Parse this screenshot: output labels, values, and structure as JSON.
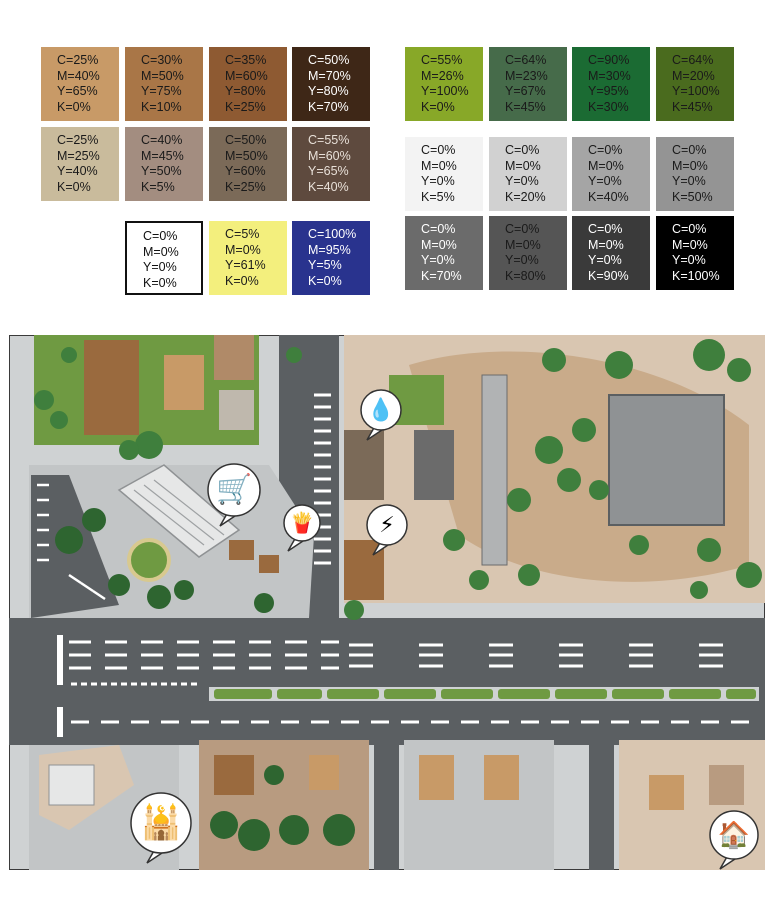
{
  "swatches_left": [
    {
      "lines": [
        "C=25%",
        "M=40%",
        "Y=65%",
        "K=0%"
      ],
      "bg": "#c89a67",
      "fg": "#1a1a1a"
    },
    {
      "lines": [
        "C=30%",
        "M=50%",
        "Y=75%",
        "K=10%"
      ],
      "bg": "#a97647",
      "fg": "#1a1a1a"
    },
    {
      "lines": [
        "C=35%",
        "M=60%",
        "Y=80%",
        "K=25%"
      ],
      "bg": "#8e5a32",
      "fg": "#1a1a1a"
    },
    {
      "lines": [
        "C=50%",
        "M=70%",
        "Y=80%",
        "K=70%"
      ],
      "bg": "#3e2717",
      "fg": "#ffffff"
    },
    {
      "lines": [
        "C=25%",
        "M=25%",
        "Y=40%",
        "K=0%"
      ],
      "bg": "#c9bb9c",
      "fg": "#1a1a1a"
    },
    {
      "lines": [
        "C=40%",
        "M=45%",
        "Y=50%",
        "K=5%"
      ],
      "bg": "#a38d80",
      "fg": "#1a1a1a"
    },
    {
      "lines": [
        "C=50%",
        "M=50%",
        "Y=60%",
        "K=25%"
      ],
      "bg": "#7b6a58",
      "fg": "#1a1a1a"
    },
    {
      "lines": [
        "C=55%",
        "M=60%",
        "Y=65%",
        "K=40%"
      ],
      "bg": "#5e4a3e",
      "fg": "#e8e0d8"
    },
    {
      "lines": [
        "C=0%",
        "M=0%",
        "Y=0%",
        "K=0%"
      ],
      "bg": "#ffffff",
      "fg": "#111111",
      "border": "#111111"
    },
    {
      "lines": [
        "C=5%",
        "M=0%",
        "Y=61%",
        "K=0%"
      ],
      "bg": "#f3ef7d",
      "fg": "#1a1a1a"
    },
    {
      "lines": [
        "C=100%",
        "M=95%",
        "Y=5%",
        "K=0%"
      ],
      "bg": "#29338e",
      "fg": "#ffffff"
    }
  ],
  "swatches_right": [
    {
      "lines": [
        "C=55%",
        "M=26%",
        "Y=100%",
        "K=0%"
      ],
      "bg": "#88a828",
      "fg": "#1a1a1a"
    },
    {
      "lines": [
        "C=64%",
        "M=23%",
        "Y=67%",
        "K=45%"
      ],
      "bg": "#466b4a",
      "fg": "#1a1a1a"
    },
    {
      "lines": [
        "C=90%",
        "M=30%",
        "Y=95%",
        "K=30%"
      ],
      "bg": "#1b6b33",
      "fg": "#1a1a1a"
    },
    {
      "lines": [
        "C=64%",
        "M=20%",
        "Y=100%",
        "K=45%"
      ],
      "bg": "#4a6b1e",
      "fg": "#1a1a1a"
    },
    {
      "lines": [
        "C=0%",
        "M=0%",
        "Y=0%",
        "K=5%"
      ],
      "bg": "#f3f3f3",
      "fg": "#1a1a1a"
    },
    {
      "lines": [
        "C=0%",
        "M=0%",
        "Y=0%",
        "K=20%"
      ],
      "bg": "#d1d1d1",
      "fg": "#1a1a1a"
    },
    {
      "lines": [
        "C=0%",
        "M=0%",
        "Y=0%",
        "K=40%"
      ],
      "bg": "#a5a5a5",
      "fg": "#1a1a1a"
    },
    {
      "lines": [
        "C=0%",
        "M=0%",
        "Y=0%",
        "K=50%"
      ],
      "bg": "#949494",
      "fg": "#1a1a1a"
    },
    {
      "lines": [
        "C=0%",
        "M=0%",
        "Y=0%",
        "K=70%"
      ],
      "bg": "#6b6b6b",
      "fg": "#ffffff"
    },
    {
      "lines": [
        "C=0%",
        "M=0%",
        "Y=0%",
        "K=80%"
      ],
      "bg": "#555555",
      "fg": "#1a1a1a"
    },
    {
      "lines": [
        "C=0%",
        "M=0%",
        "Y=0%",
        "K=90%"
      ],
      "bg": "#3a3a3a",
      "fg": "#ffffff"
    },
    {
      "lines": [
        "C=0%",
        "M=0%",
        "Y=0%",
        "K=100%"
      ],
      "bg": "#000000",
      "fg": "#ffffff"
    }
  ],
  "map": {
    "colors": {
      "road": "#5b5f62",
      "sidewalk": "#cfd2d3",
      "grass": "#6f9a42",
      "dirt": "#c9ab8a",
      "plaza": "#b9bcbd",
      "tree": "#3f7f3d",
      "tree_dark": "#2e6530",
      "roof": "#9a6a3e",
      "building_gray": "#8f9294",
      "lane_marking": "#ffffff"
    },
    "icons": [
      {
        "name": "water-drop-icon",
        "glyph": "💧"
      },
      {
        "name": "shopping-cart-icon",
        "glyph": "🛒"
      },
      {
        "name": "french-fries-icon",
        "glyph": "🍟"
      },
      {
        "name": "lightning-bolt-icon",
        "glyph": "⚡"
      },
      {
        "name": "mosque-icon",
        "glyph": "🕌"
      },
      {
        "name": "house-icon",
        "glyph": "🏠"
      }
    ]
  }
}
